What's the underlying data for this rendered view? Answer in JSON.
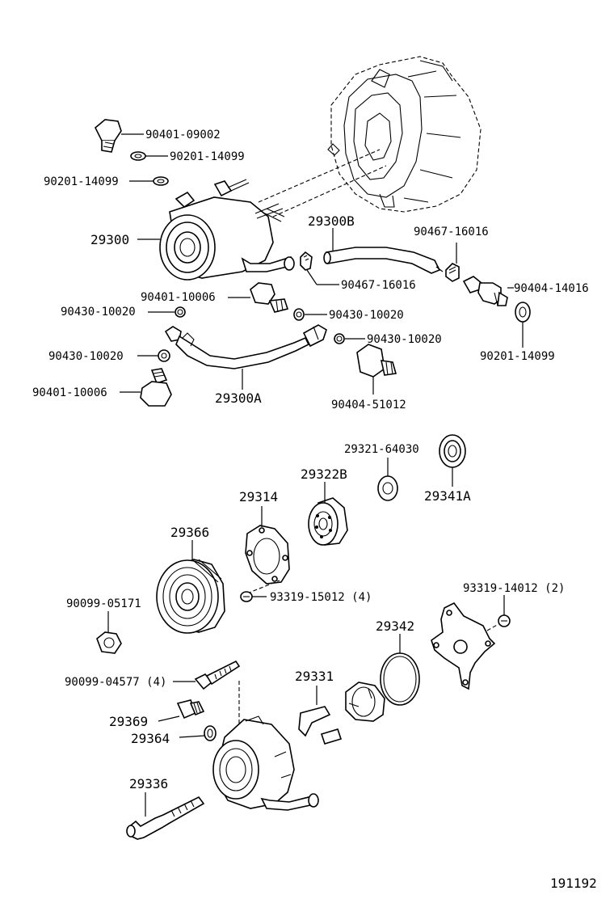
{
  "diagram_id": "191192",
  "labels": [
    {
      "key": "p90401_09002",
      "text": "90401-09002"
    },
    {
      "key": "p90201_14099_a",
      "text": "90201-14099"
    },
    {
      "key": "p90201_14099_b",
      "text": "90201-14099"
    },
    {
      "key": "p29300",
      "text": "29300"
    },
    {
      "key": "p29300B",
      "text": "29300B"
    },
    {
      "key": "p90467_16016_a",
      "text": "90467-16016"
    },
    {
      "key": "p90467_16016_b",
      "text": "90467-16016"
    },
    {
      "key": "p90404_14016",
      "text": "90404-14016"
    },
    {
      "key": "p90401_10006_a",
      "text": "90401-10006"
    },
    {
      "key": "p90430_10020_a",
      "text": "90430-10020"
    },
    {
      "key": "p90430_10020_b",
      "text": "90430-10020"
    },
    {
      "key": "p90430_10020_c",
      "text": "90430-10020"
    },
    {
      "key": "p90430_10020_d",
      "text": "90430-10020"
    },
    {
      "key": "p90201_14099_c",
      "text": "90201-14099"
    },
    {
      "key": "p90401_10006_b",
      "text": "90401-10006"
    },
    {
      "key": "p29300A",
      "text": "29300A"
    },
    {
      "key": "p90404_51012",
      "text": "90404-51012"
    },
    {
      "key": "p29321_64030",
      "text": "29321-64030"
    },
    {
      "key": "p29322B",
      "text": "29322B"
    },
    {
      "key": "p29341A",
      "text": "29341A"
    },
    {
      "key": "p29314",
      "text": "29314"
    },
    {
      "key": "p29366",
      "text": "29366"
    },
    {
      "key": "p90099_05171",
      "text": "90099-05171"
    },
    {
      "key": "p93319_15012",
      "text": "93319-15012 (4)"
    },
    {
      "key": "p93319_14012",
      "text": "93319-14012 (2)"
    },
    {
      "key": "p29342",
      "text": "29342"
    },
    {
      "key": "p90099_04577",
      "text": "90099-04577 (4)"
    },
    {
      "key": "p29331",
      "text": "29331"
    },
    {
      "key": "p29369",
      "text": "29369"
    },
    {
      "key": "p29364",
      "text": "29364"
    },
    {
      "key": "p29336",
      "text": "29336"
    }
  ]
}
